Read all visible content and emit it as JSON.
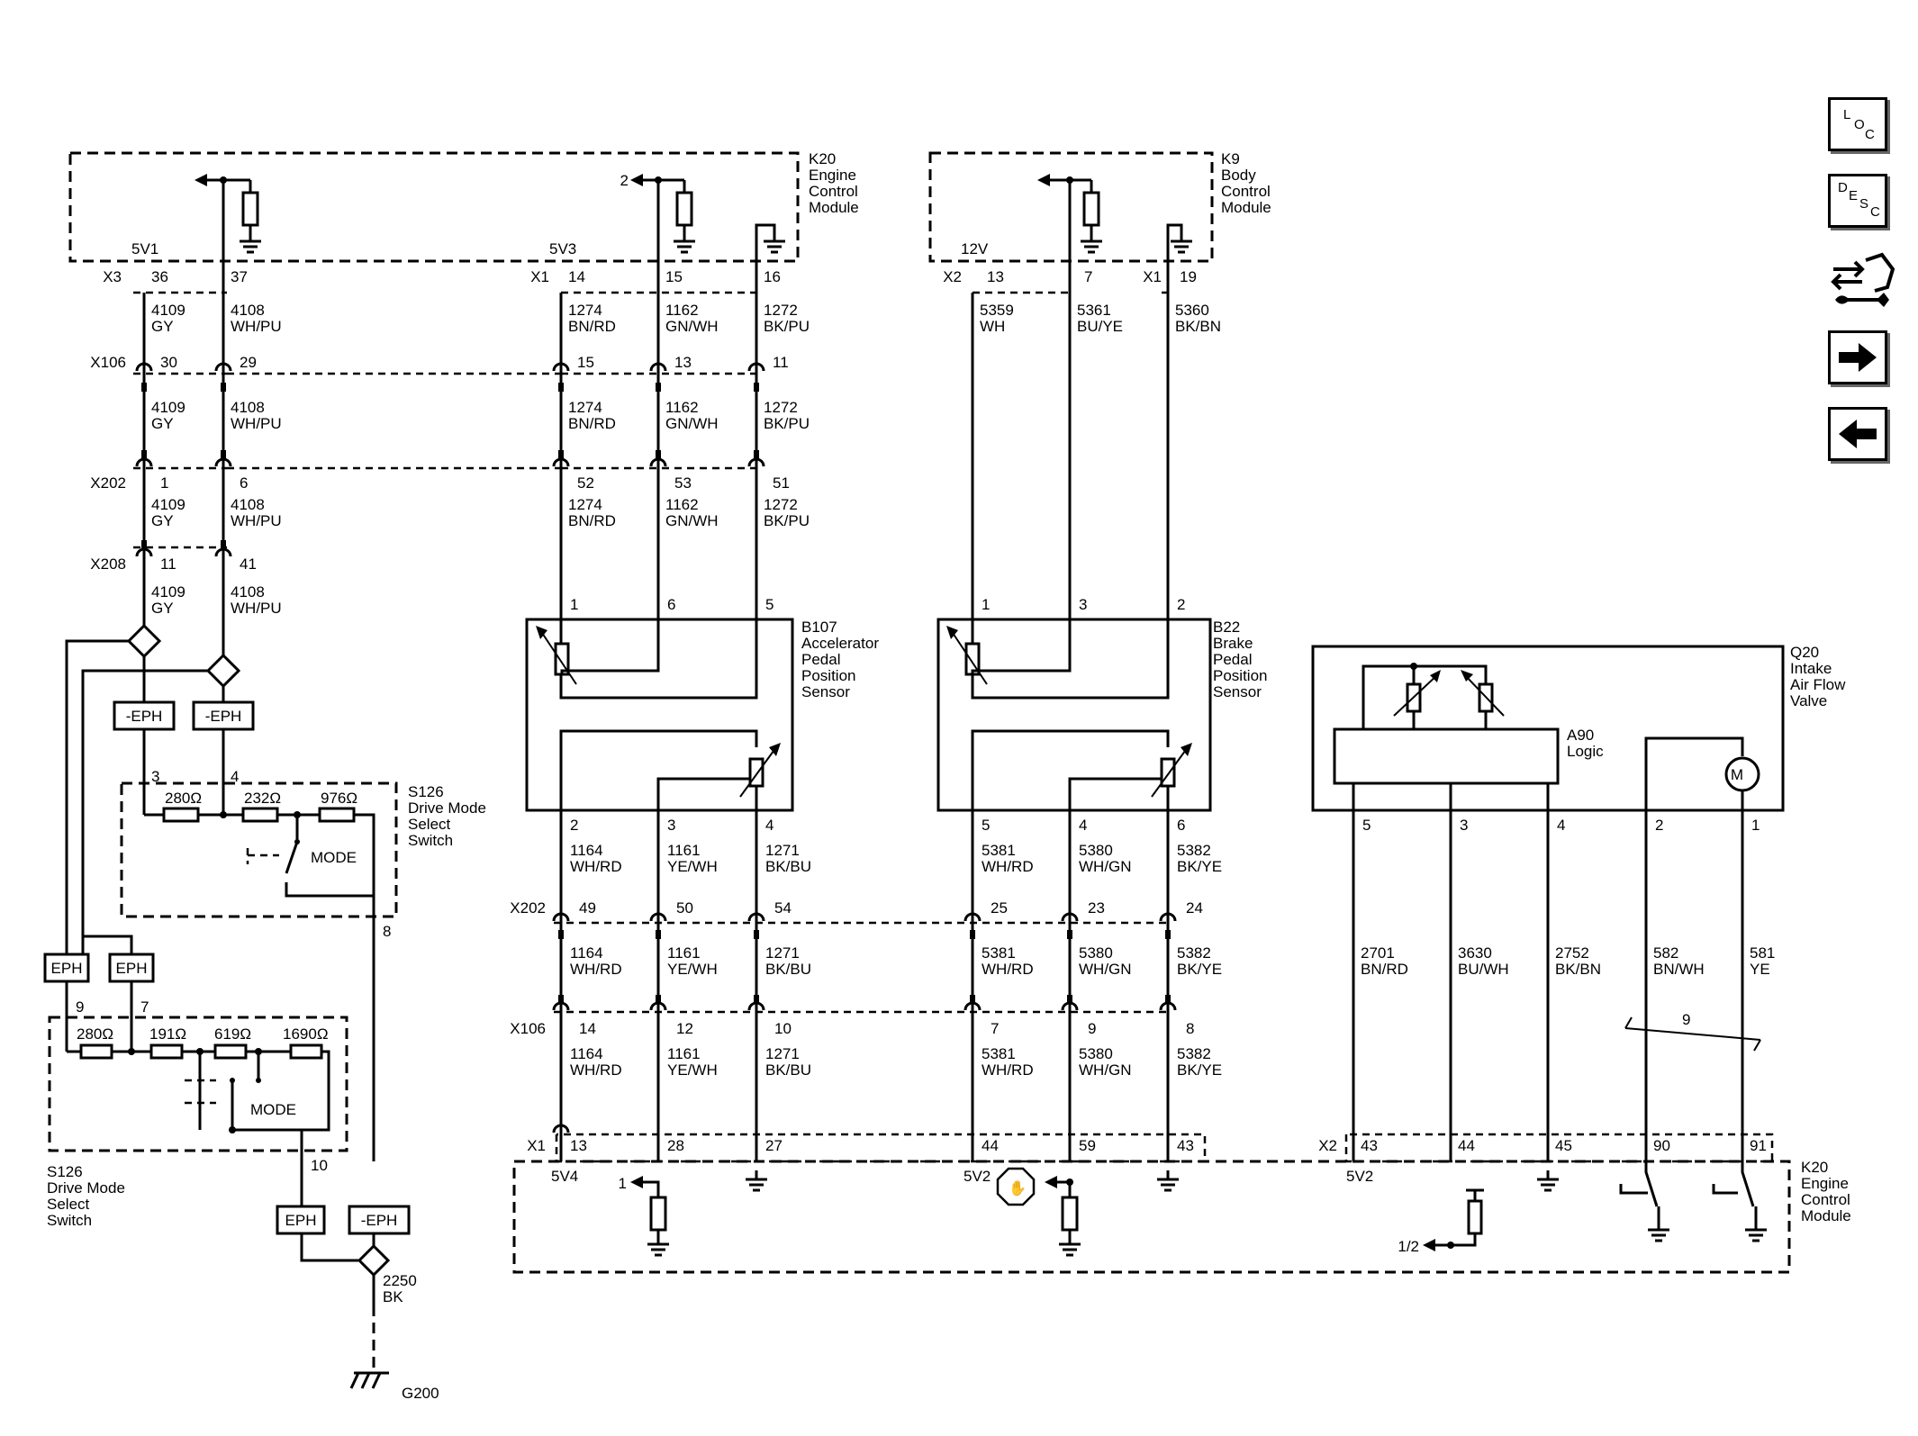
{
  "nav": {
    "loc": [
      "L",
      "O",
      "C"
    ],
    "desc": [
      "D",
      "E",
      "S",
      "C"
    ]
  },
  "modules": {
    "k20_top": [
      "K20",
      "Engine",
      "Control",
      "Module"
    ],
    "k9": [
      "K9",
      "Body",
      "Control",
      "Module"
    ],
    "k20_bottom": [
      "K20",
      "Engine",
      "Control",
      "Module"
    ],
    "b107": [
      "B107",
      "Accelerator",
      "Pedal",
      "Position",
      "Sensor"
    ],
    "b22": [
      "B22",
      "Brake",
      "Pedal",
      "Position",
      "Sensor"
    ],
    "q20": [
      "Q20",
      "Intake",
      "Air Flow",
      "Valve"
    ],
    "a90": [
      "A90",
      "Logic"
    ],
    "s126_top": [
      "S126",
      "Drive Mode",
      "Select",
      "Switch"
    ],
    "s126_bottom": [
      "S126",
      "Drive Mode",
      "Select",
      "Switch"
    ]
  },
  "connectors": {
    "x3": "X3",
    "x1": "X1",
    "x2": "X2",
    "x106": "X106",
    "x202": "X202",
    "x208": "X208"
  },
  "refs": {
    "v5v1": "5V1",
    "v5v3": "5V3",
    "v12": "12V",
    "v5v4": "5V4",
    "v5v2a": "5V2",
    "v5v2b": "5V2",
    "ref2": "2",
    "ref1": "1",
    "ref12": "1/2",
    "motor": "M",
    "ground": "G200",
    "mode": "MODE",
    "twist": "9"
  },
  "eph": {
    "eph": "EPH",
    "neg": "-EPH"
  },
  "resistors": {
    "r280": "280Ω",
    "r232": "232Ω",
    "r976": "976Ω",
    "r191": "191Ω",
    "r619": "619Ω",
    "r1690": "1690Ω"
  },
  "pins": {
    "k20t": [
      "36",
      "37",
      "14",
      "15",
      "16"
    ],
    "k9": [
      "13",
      "7",
      "19"
    ],
    "x106t": [
      "30",
      "29",
      "15",
      "13",
      "11"
    ],
    "x202t": [
      "1",
      "6",
      "52",
      "53",
      "51"
    ],
    "x208": [
      "11",
      "41"
    ],
    "b107t": [
      "1",
      "6",
      "5"
    ],
    "b22t": [
      "1",
      "3",
      "2"
    ],
    "b107b": [
      "2",
      "3",
      "4"
    ],
    "b22b": [
      "5",
      "4",
      "6"
    ],
    "q20": [
      "5",
      "3",
      "4",
      "2",
      "1"
    ],
    "x202b": [
      "49",
      "50",
      "54",
      "25",
      "23",
      "24"
    ],
    "x106b": [
      "14",
      "12",
      "10",
      "7",
      "9",
      "8"
    ],
    "k20b": [
      "13",
      "28",
      "27",
      "44",
      "59",
      "43",
      "43",
      "44",
      "45",
      "90",
      "91"
    ],
    "s126": [
      "3",
      "4",
      "8",
      "9",
      "7",
      "10"
    ]
  },
  "wires": {
    "w4109": [
      "4109",
      "GY"
    ],
    "w4108": [
      "4108",
      "WH/PU"
    ],
    "w1274": [
      "1274",
      "BN/RD"
    ],
    "w1162": [
      "1162",
      "GN/WH"
    ],
    "w1272": [
      "1272",
      "BK/PU"
    ],
    "w5359": [
      "5359",
      "WH"
    ],
    "w5361": [
      "5361",
      "BU/YE"
    ],
    "w5360": [
      "5360",
      "BK/BN"
    ],
    "w1164": [
      "1164",
      "WH/RD"
    ],
    "w1161": [
      "1161",
      "YE/WH"
    ],
    "w1271": [
      "1271",
      "BK/BU"
    ],
    "w5381": [
      "5381",
      "WH/RD"
    ],
    "w5380": [
      "5380",
      "WH/GN"
    ],
    "w5382": [
      "5382",
      "BK/YE"
    ],
    "w2701": [
      "2701",
      "BN/RD"
    ],
    "w3630": [
      "3630",
      "BU/WH"
    ],
    "w2752": [
      "2752",
      "BK/BN"
    ],
    "w582": [
      "582",
      "BN/WH"
    ],
    "w581": [
      "581",
      "YE"
    ],
    "w2250": [
      "2250",
      "BK"
    ]
  }
}
